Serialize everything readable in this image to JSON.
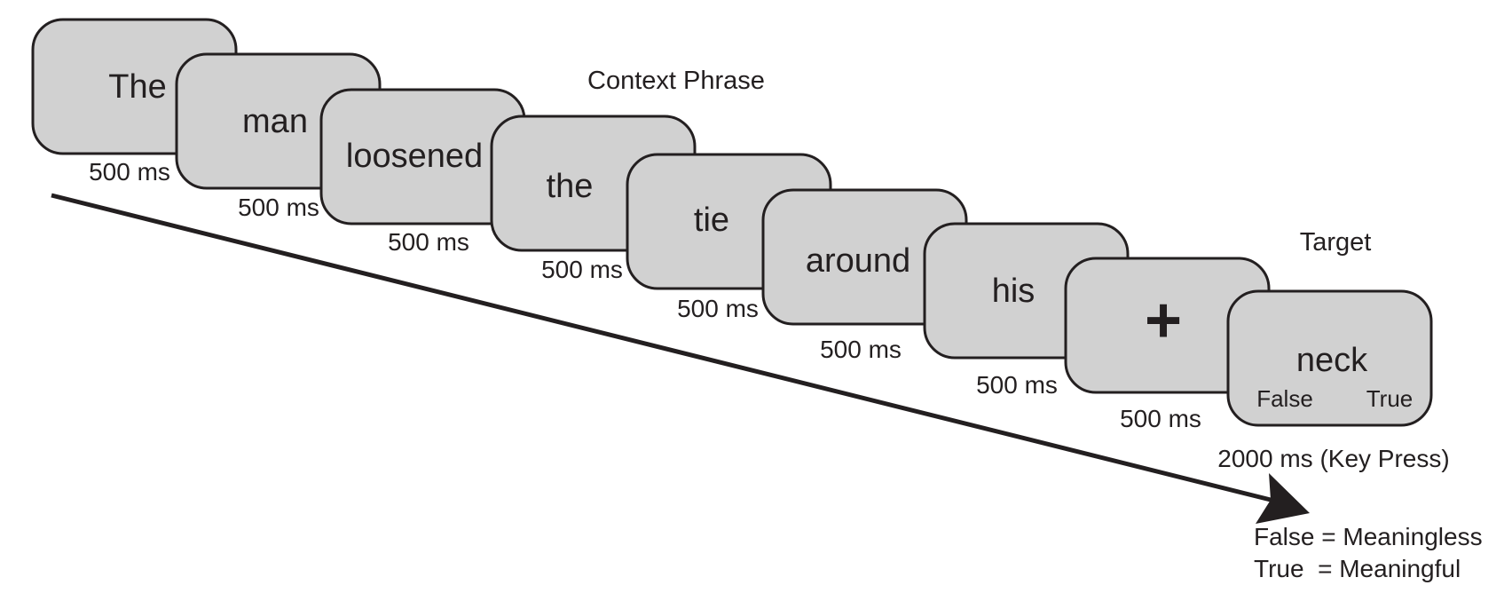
{
  "header": {
    "context_label": "Context Phrase",
    "target_label": "Target"
  },
  "screens": [
    {
      "text": "The",
      "duration": "500 ms"
    },
    {
      "text": "man",
      "duration": "500 ms"
    },
    {
      "text": "loosened",
      "duration": "500 ms"
    },
    {
      "text": "the",
      "duration": "500 ms"
    },
    {
      "text": "tie",
      "duration": "500 ms"
    },
    {
      "text": "around",
      "duration": "500 ms"
    },
    {
      "text": "his",
      "duration": "500 ms"
    },
    {
      "text": "+",
      "duration": "500 ms"
    }
  ],
  "target": {
    "text": "neck",
    "false_label": "False",
    "true_label": "True",
    "duration": "2000 ms (Key Press)"
  },
  "legend": {
    "line1": "False = Meaningless",
    "line2": "True  = Meaningful"
  },
  "colors": {
    "screen_fill": "#d1d1d1",
    "stroke": "#231f20"
  }
}
